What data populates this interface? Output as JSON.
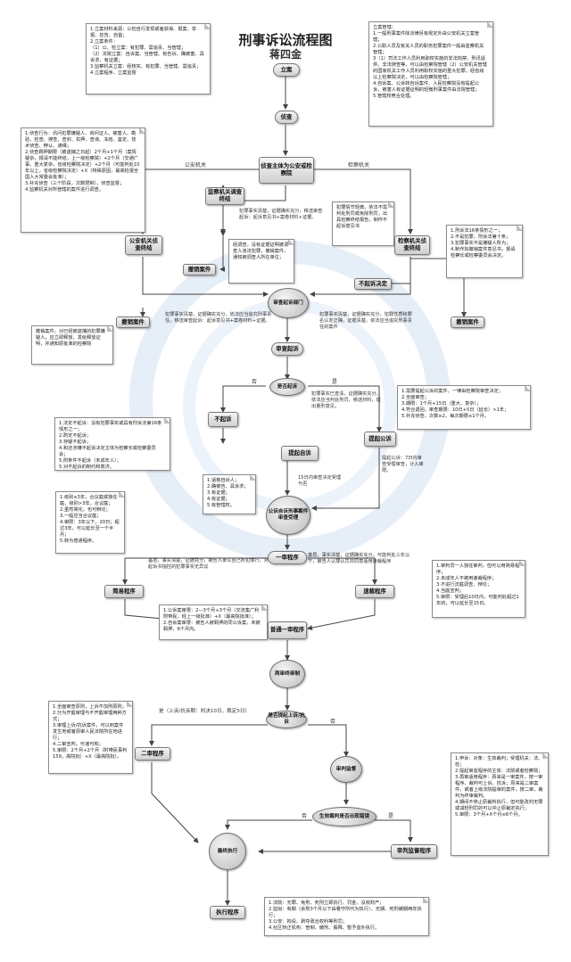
{
  "title": "刑事诉讼流程图",
  "subtitle": "蒋四金",
  "nodes": {
    "lian": "立案",
    "zhencha": "侦查",
    "zhenchazhuti": "侦查主体为公安或检察院",
    "jiancha_diaocha": "监察机关调查终结",
    "gongan_zhencha": "公安机关侦查终结",
    "jianchayuan_zhencha": "检察机关侦查终结",
    "chexiao1": "撤销案件",
    "buyusuqi": "不起诉决定",
    "shencha_dept": "审查起诉部门",
    "chexiao2": "撤销案件",
    "chexiao3": "撤销案件",
    "shencha_qisu": "审查起诉",
    "shifou_qisu": "是否起诉",
    "buqisu": "不起诉",
    "tiqi_zisu": "提起自诉",
    "tiqi_gongsu": "提起公诉",
    "fayuan": "公诉自诉刑事案件审查受理",
    "yishen": "一审程序",
    "jianyi": "简易程序",
    "suchai": "速裁程序",
    "putong_yishen": "普通一审程序",
    "liangshen": "两审终审制",
    "shangsu": "是否提起上诉/抗诉",
    "ershen": "二审程序",
    "shenpan_jiandu": "审判监督",
    "shengxiao": "生效裁判是否出现错误",
    "shenpan_jiandu_chengxu": "审判监督程序",
    "zuizhong": "最终执行",
    "zhixing": "执行程序"
  },
  "labels": {
    "gongan": "公安机关",
    "jianchajiguan": "检察机关",
    "fou1": "否",
    "shi1": "是",
    "shi2": "是（上诉/抗诉期：判决10日，裁定5日）",
    "fou2": "否",
    "fou3": "否",
    "shi3": "是"
  },
  "notes": {
    "lian_left": "1.立案材料来源：公检自行发现或者获得、报案、举报、控告、自首；\n2.立案条件：\n（1）公、检立案：有犯罪、需追责、当管辖；\n（2）法院立案：自诉案、当管辖、有告诉、确被害、具诉求、有证据；\n3.监察机关立案：经核实、有犯罪、当管辖、需追责；\n4.立案程序、立案监督",
    "lian_right": "立案管辖：\n1.一般刑事案件除法律另有规定外由公安机关立案管辖；\n2.公职人员及有关人员的职务犯罪案件一般由监察机关管辖；\n3（1）司法工作人员利用职权实施的非法拘禁、刑讯逼供、非法搜查等，可以由检察院管辖（2）公安机关管辖的国家机关工作人员利用职权实施的重大犯罪，经省级以上检察院决定，可以由检察院管辖；\n4.自诉案、公诉转自诉案件、人民检察院没有提起公诉，被害人有证据证明的轻微刑事案件由法院管辖；\n5.管辖权竞合处理。",
    "zhencha_left": "1.侦查行为：讯问犯罪嫌疑人、询问证人、被害人、勘验、检查、搜查、查封、扣押、查询、冻结、鉴定、技术侦查、辨认、通缉；\n2.侦查羁押期限（被逮捕之日起）2个月+1个月（案情疑杂，报请不能终结，上一级检察院）+2个月（交通广事、重大复杂，省级检察院决定）+2个月（可能判处10年以上，省级检察院决定）+X（特殊原因，最高检报全国人大常委会批准）；\n3.补充侦查（三个阶段，次数限制），侦查监督；\n4.监察机关对所管辖的案件进行调查。",
    "jiancha_note": "犯罪事实清楚，证据确实充分，移送审查起诉：起诉意见书+案卷材料+证据。",
    "jiancha_note2": "经调查，没有证据证明被调查人违法犯罪，撤销案件，通知被调查人所在单位；",
    "buyusuqi_note": "犯罪情节轻微，依法不需判处刑罚或免除刑罚，出具检察终结报告，制作不起诉意见书",
    "right_ganl": "1.刑诉法16条情形之一；\n2.不是犯罪，刑诉法第十条；\n3.犯罪事实不是嫌疑人所为；\n4.制作拟撤销案件意见书，报请检察长或检察委员会决定。",
    "mid_note": "犯罪事实清楚，证据确实充分，依法应当追究刑事责任，移送审查起诉：起诉意见书+案卷材料+证据。",
    "mid_note2": "犯罪事实清楚，证据确实充分，犯罪性质和罪名认定正确，证据清楚，依法应当追究刑事责任的案件",
    "chexiao_left": "撤销案件，对已经被逮捕的犯罪嫌疑人，应立即释放，发给释放证明，并通知原批准的检察院",
    "shencha_right": "1.需要提起公诉的案件，一律由检察院审查决定；\n2.全面审查；\n3.期限：1个月+15日（重大、复杂）；\n4.符合退回，审查期限：10日+5日（延长）>1年；\n5.补充侦查，次数≤2，每次期限≤1个月。",
    "buqisu_left": "1.法定不起诉：没有犯罪事实或具有刑诉法第16条情形之一；\n2.酌定不起诉；\n3.存疑不起诉；\n4.和还涉嫌不起诉决定主体为检察长或检察委员会；\n5.附条件不起诉（未成年人）；\n5.对不起诉的制约和救济。",
    "qisu_note": "犯罪事实已查清，证据确实充分，依法应当判处刑罚，移送材料，提出量刑意见。",
    "gongsu_note": "提起公诉：7日内审查受理审查，计入审限。",
    "zisu_note": "1.适格自诉人；\n2.确被告、具诉求；\n3.有证据；\n4.有证据；\n5.有管辖权。",
    "zisu_note2": "15日内审查决定受理与否",
    "jianyi_left": "1.级别≤3年，合议庭或独任庭，级别>3年，合议庭；\n2.虽然简化，也可辩论；\n3.一般应当合议庭；\n4.审限：3年以下，20日；超过3年，可以延长至一个半月；\n5.转为普通程序。",
    "yishen_note": "基层，事实清楚，证据充分，被告人承认自己所犯罪行，对起诉书指控的犯罪事实无异议",
    "yishen_note2": "基层，事实清楚，证据确实充分，可能判处三年以下，被告人认罪认罚并同意适用速裁程序",
    "suchai_right": "1.审判员一人独任审判，但可以用简易程序；\n2.未成年人不被用速裁程序；\n3.不进行法庭调查、辩论；\n4.当庭宣判；\n5.审限：受理后10日内，可能判处超过1年的，可以延长至15日。",
    "putong_note": "1.公诉案审限：2—3个月+3个月（交流集广利附带民，经上一级批准）+X（最高院批准）；\n2.自诉案审限：被告人被羁押的同公诉案，未被羁押，6个月内。",
    "ershen_left": "1.全面审查原则，上诉不加刑原则；\n2.分为开庭审理与不开庭审理两种方式；\n3.审理上诉/抗诉案件，可以到案件发生地或者原审人民法院所在地进行；\n4.二审宣判，可递可和；\n5.审限：2个月+2个月（附带民事判159，高院批）+X（最高院批）。",
    "jiandu_right": "1.申诉：对象：生效裁判；受理机关：法、检；\n2.提起审监程序的主体：法院或者检察院；\n3.再审适用程序：原来是一审案件，按一审程序，裁判可上诉、抗诉；原来是二审案件，或者上级法院提审的案件，按二审，裁判为终审裁判。\n4.期间不停止原裁判执行，但可能改判无罪或减轻刑罚的可以中止原裁定执行；\n5.审限：3个月+X个月≤6个月。",
    "zhixing_note": "1.法院：无罪、免刑、死刑立即执行、罚金、没收财产；\n2.监狱：有期（余刑3个月以下由看守所代为执行）、无期、死刑缓期两年执行；\n3.公安：拘役、剥夺政治权利等刑罚；\n4.社区矫正机构：管制、缓刑、假释、暂予监外执行。"
  }
}
